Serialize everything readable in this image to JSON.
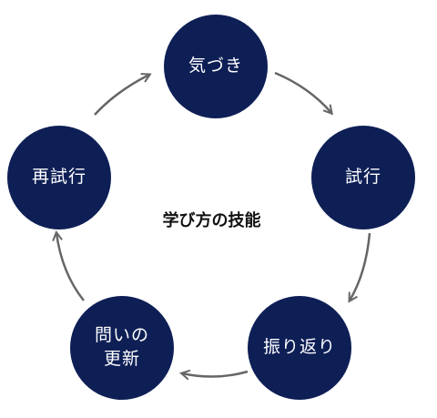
{
  "diagram": {
    "title": "学び方の技能",
    "nodes": [
      {
        "id": "kizuki",
        "label": "気づき"
      },
      {
        "id": "shikou",
        "label": "試行"
      },
      {
        "id": "furikaeri",
        "label": "振り返り"
      },
      {
        "id": "toi",
        "label": "問いの\n更新"
      },
      {
        "id": "saishikou",
        "label": "再試行"
      }
    ],
    "edges": [
      {
        "from": "kizuki",
        "to": "shikou"
      },
      {
        "from": "shikou",
        "to": "furikaeri"
      },
      {
        "from": "furikaeri",
        "to": "toi"
      },
      {
        "from": "toi",
        "to": "saishikou"
      },
      {
        "from": "saishikou",
        "to": "kizuki"
      }
    ],
    "colors": {
      "node_fill": "#0e1f56",
      "node_text": "#ffffff",
      "arrow": "#666666"
    }
  }
}
